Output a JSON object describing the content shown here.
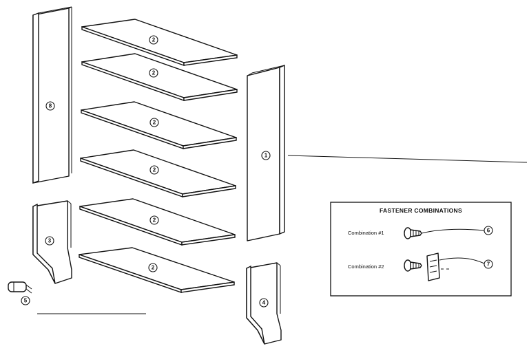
{
  "parts": {
    "shelf_number": "2",
    "right_upright_number": "1",
    "left_upright_number": "8",
    "left_base_number": "3",
    "right_base_number": "4",
    "clip_number": "5"
  },
  "fastener_box": {
    "title": "FASTENER COMBINATIONS",
    "combinations": [
      {
        "label": "Combination #1",
        "part_number": "6"
      },
      {
        "label": "Combination #2",
        "part_number": "7"
      }
    ]
  }
}
